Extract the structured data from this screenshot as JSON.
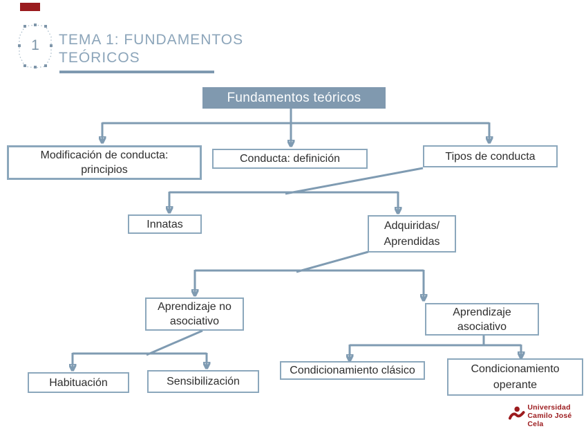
{
  "colors": {
    "accent_red": "#9A1B1E",
    "logo_red": "#9C1B1E",
    "node_fill_blue": "#8099AF",
    "connector_blue": "#7F9BB2",
    "node_border_blue": "#8BA7BC",
    "title_blue": "#8CA5BA",
    "node_text": "#2D2D2D"
  },
  "header": {
    "badge_number": "1",
    "title_lines": [
      "TEMA 1: FUNDAMENTOS",
      "TEÓRICOS"
    ]
  },
  "diagram": {
    "nodes": {
      "root": {
        "lines": [
          "Fundamentos teóricos"
        ]
      },
      "modificacion": {
        "lines": [
          "Modificación de conducta:",
          "principios"
        ]
      },
      "conducta_definicion": {
        "lines": [
          "Conducta: definición"
        ]
      },
      "tipos_conducta": {
        "lines": [
          "Tipos de conducta"
        ]
      },
      "innatas": {
        "lines": [
          "Innatas"
        ]
      },
      "adquiridas": {
        "lines": [
          "Adquiridas/",
          "Aprendidas"
        ]
      },
      "aprendizaje_no_asociativo": {
        "lines": [
          "Aprendizaje no",
          "asociativo"
        ]
      },
      "aprendizaje_asociativo": {
        "lines": [
          "Aprendizaje",
          "asociativo"
        ]
      },
      "habituacion": {
        "lines": [
          "Habituación"
        ]
      },
      "sensibilizacion": {
        "lines": [
          "Sensibilización"
        ]
      },
      "condicionamiento_clasico": {
        "lines": [
          "Condicionamiento clásico"
        ]
      },
      "condicionamiento_operante": {
        "lines": [
          "Condicionamiento",
          "operante"
        ]
      }
    },
    "edges": [
      [
        "root",
        "modificacion"
      ],
      [
        "root",
        "conducta_definicion"
      ],
      [
        "root",
        "tipos_conducta"
      ],
      [
        "tipos_conducta",
        "innatas"
      ],
      [
        "tipos_conducta",
        "adquiridas"
      ],
      [
        "adquiridas",
        "aprendizaje_no_asociativo"
      ],
      [
        "adquiridas",
        "aprendizaje_asociativo"
      ],
      [
        "aprendizaje_no_asociativo",
        "habituacion"
      ],
      [
        "aprendizaje_no_asociativo",
        "sensibilizacion"
      ],
      [
        "aprendizaje_asociativo",
        "condicionamiento_clasico"
      ],
      [
        "aprendizaje_asociativo",
        "condicionamiento_operante"
      ]
    ]
  },
  "footer": {
    "logo_lines": [
      "Universidad",
      "Camilo José Cela"
    ]
  }
}
